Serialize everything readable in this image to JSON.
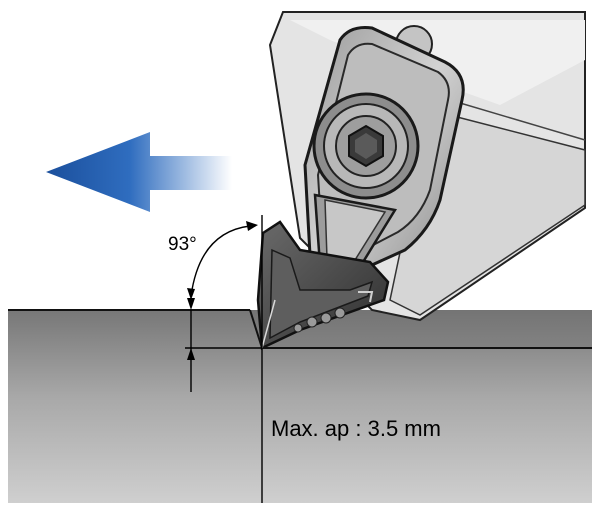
{
  "diagram": {
    "angle_label": "93°",
    "depth_label": "Max. ap : 3.5 mm",
    "feed_direction": "left",
    "colors": {
      "background": "#ffffff",
      "workpiece_top": "#7b7b7b",
      "workpiece_bottom": "#c9c9c9",
      "tool_body": "#dcdcdc",
      "insert": "#4d4d4d",
      "arrow": "#1f5aa6",
      "lines": "#000000"
    },
    "icons": {
      "feed_arrow": "arrow-left-icon",
      "clamp_screw": "hex-socket-screw-icon"
    }
  }
}
